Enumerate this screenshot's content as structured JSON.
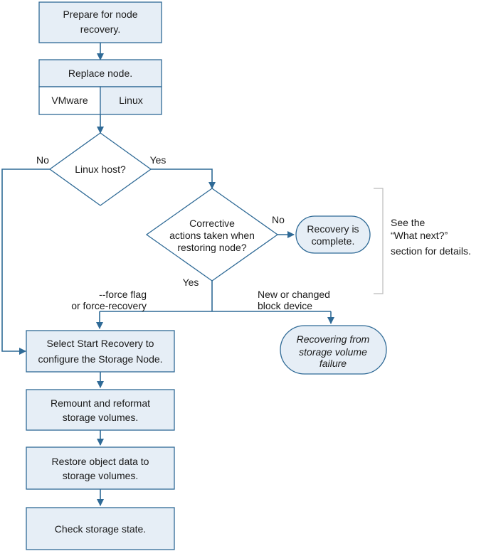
{
  "steps": {
    "prepare": [
      "Prepare for node",
      "recovery."
    ],
    "replace": "Replace node.",
    "vmware": "VMware",
    "linux": "Linux",
    "select": [
      "Select Start Recovery to",
      "configure the Storage Node."
    ],
    "remount": [
      "Remount and reformat",
      "storage volumes."
    ],
    "restore": [
      "Restore object data to",
      "storage volumes."
    ],
    "check": "Check storage state."
  },
  "decisions": {
    "linux_host": "Linux host?",
    "corrective": [
      "Corrective",
      "actions taken when",
      "restoring node?"
    ]
  },
  "terminals": {
    "complete": [
      "Recovery is",
      "complete."
    ],
    "volume_failure": [
      "Recovering from",
      "storage volume",
      "failure"
    ]
  },
  "edge_labels": {
    "no1": "No",
    "yes1": "Yes",
    "no2": "No",
    "yes2": "Yes",
    "force": [
      "--force flag",
      "or force-recovery"
    ],
    "block": [
      "New or changed",
      "block device"
    ]
  },
  "note": [
    "See the",
    "“What next?”",
    "section for details."
  ]
}
